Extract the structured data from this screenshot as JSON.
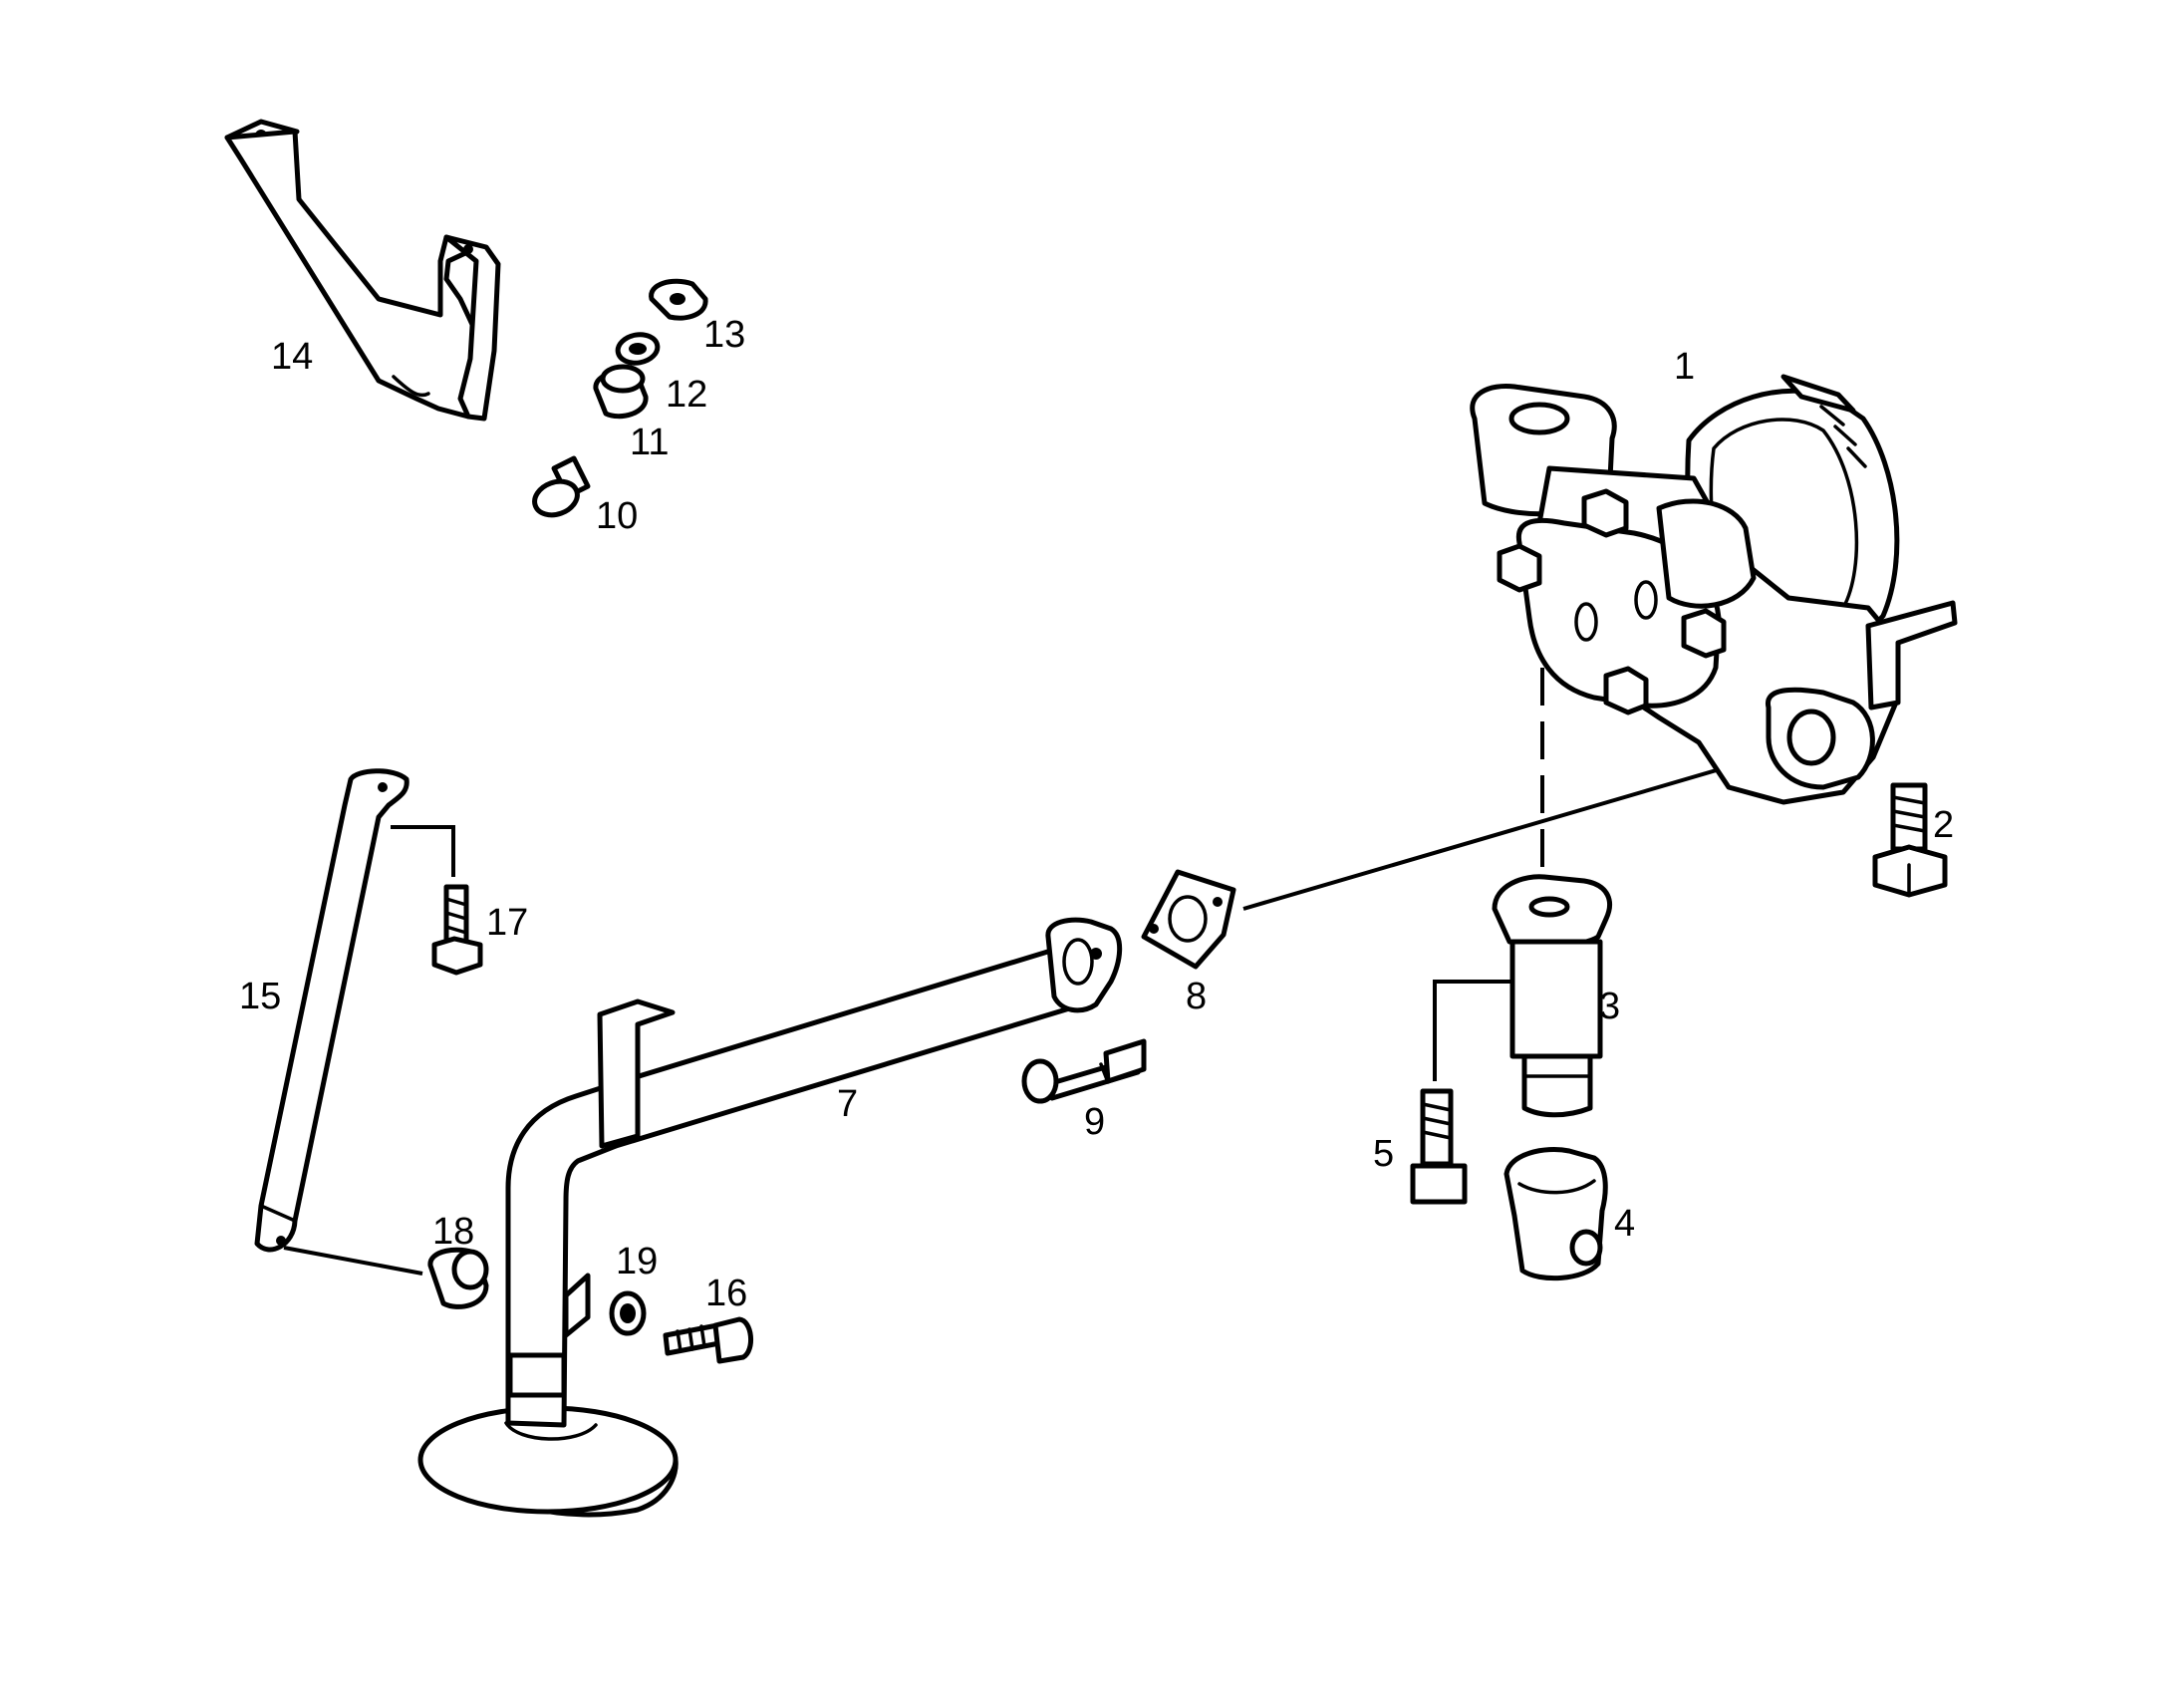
{
  "callouts": [
    "1",
    "2",
    "3",
    "4",
    "5",
    "7",
    "8",
    "9",
    "10",
    "11",
    "12",
    "13",
    "14",
    "15",
    "16",
    "17",
    "18",
    "19"
  ],
  "colors": {
    "line": "#000000",
    "background": "#ffffff"
  }
}
